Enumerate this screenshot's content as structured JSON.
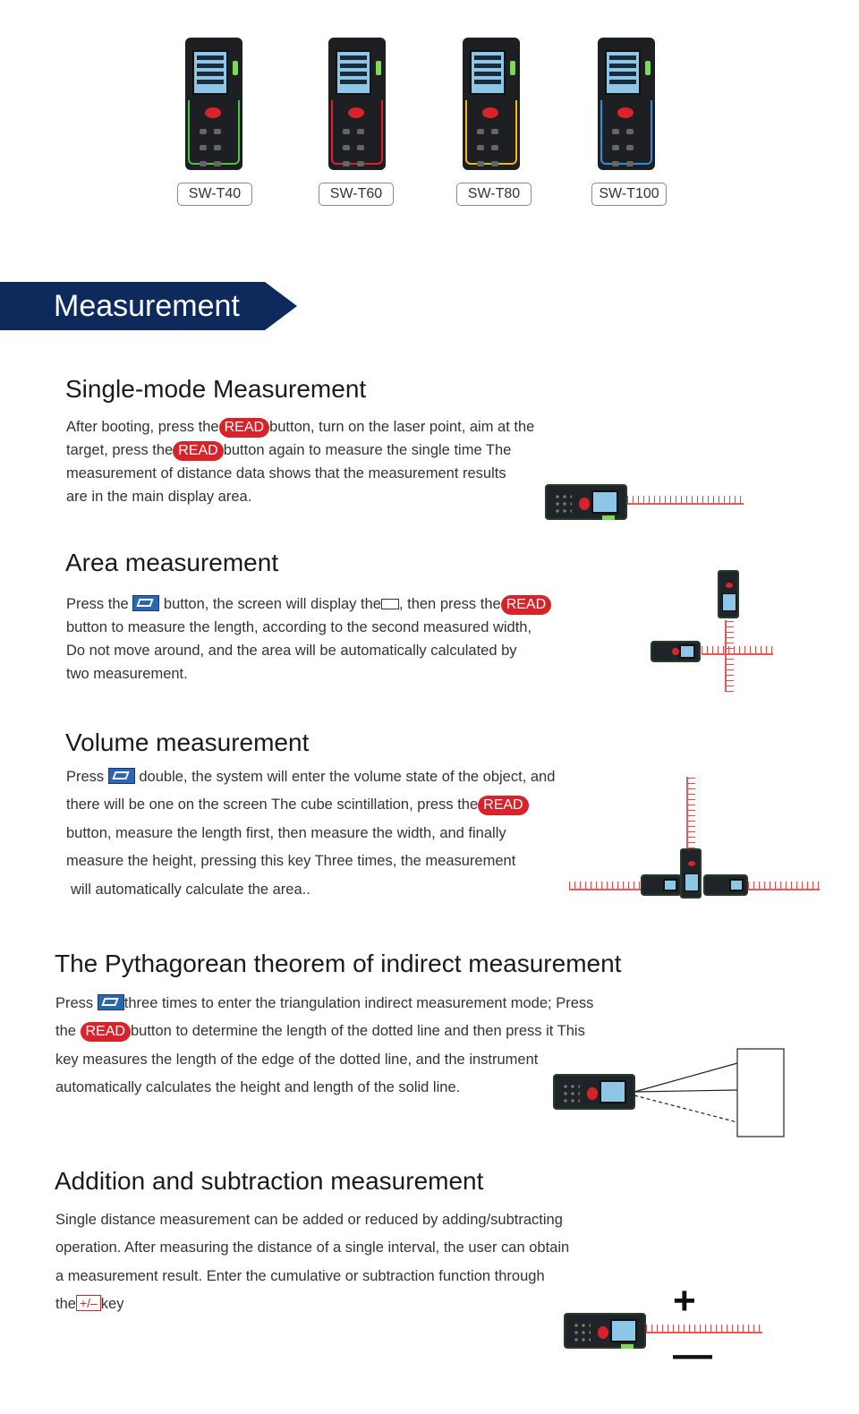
{
  "models": [
    {
      "name": "SW-T40",
      "rim_color": "#4cc24a"
    },
    {
      "name": "SW-T60",
      "rim_color": "#d8232a"
    },
    {
      "name": "SW-T80",
      "rim_color": "#f0b820"
    },
    {
      "name": "SW-T100",
      "rim_color": "#2a8fe0"
    }
  ],
  "banner": {
    "title": "Measurement"
  },
  "button_label": "READ",
  "sections": {
    "single": {
      "title": "Single-mode Measurement",
      "l1a": "After booting, press the",
      "l1b": "button, turn on the laser point, aim at the",
      "l2a": "target, press the",
      "l2b": "button again to measure the single time The",
      "l3": "measurement of distance data shows that the measurement results",
      "l4": "are in the main display area."
    },
    "area": {
      "title": "Area measurement",
      "l1a": "Press the",
      "l1b": "button, the screen will display the",
      "l1c": ", then press the",
      "l2": "button to measure the length, according to the second measured width,",
      "l3": "Do not move around, and the area will be automatically calculated by",
      "l4": "two measurement."
    },
    "volume": {
      "title": "Volume measurement",
      "l1a": "Press",
      "l1b": "double, the system will enter the volume state of the object, and",
      "l2a": "there will be one on the screen The cube scintillation, press the",
      "l3": "button, measure the length first, then measure the width, and finally",
      "l4": "measure the height, pressing this key Three times, the measurement",
      "l5": "will automatically calculate the area.."
    },
    "pythagorean": {
      "title": "The Pythagorean theorem of indirect measurement",
      "l1a": "Press",
      "l1b": "three times to enter the triangulation indirect measurement mode; Press",
      "l2a": "the",
      "l2b": "button to determine the length of the dotted line and then press it This",
      "l3": "key measures the length of the edge of the dotted line, and the instrument",
      "l4": "automatically calculates the height and length of the solid line."
    },
    "addsub": {
      "title": "Addition and subtraction measurement",
      "l1": "Single distance measurement can be added or reduced by adding/subtracting",
      "l2": "operation. After measuring the distance of a single interval, the user can obtain",
      "l3": "a measurement result. Enter the cumulative or subtraction function through",
      "l4a": "the",
      "key": "+/–",
      "l4b": "key",
      "plus": "+",
      "minus": "—"
    }
  }
}
